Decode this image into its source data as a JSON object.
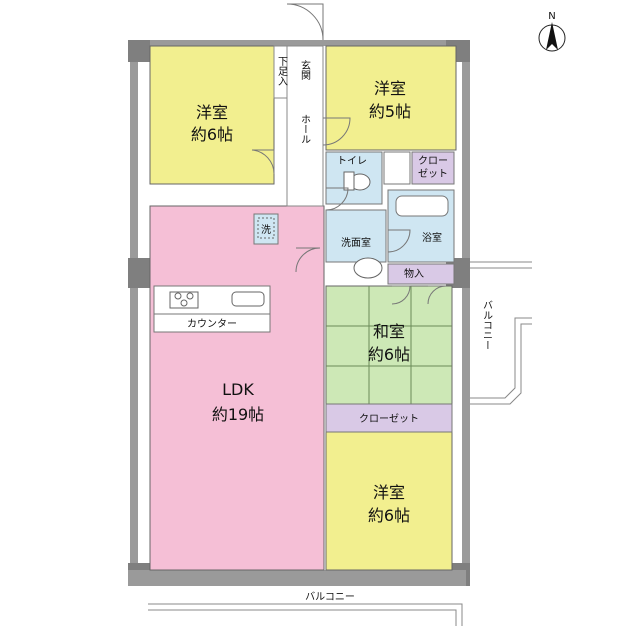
{
  "compass": {
    "label": "N"
  },
  "rooms": {
    "western_room_nw": {
      "name": "洋室",
      "size": "約6帖",
      "color": "#f2ef8f"
    },
    "western_room_ne": {
      "name": "洋室",
      "size": "約5帖",
      "color": "#f2ef8f"
    },
    "ldk": {
      "name": "LDK",
      "size": "約19帖",
      "color": "#f5bfd6"
    },
    "japanese_room": {
      "name": "和室",
      "size": "約6帖",
      "color": "#cde8b6"
    },
    "western_room_se": {
      "name": "洋室",
      "size": "約6帖",
      "color": "#f2ef8f"
    }
  },
  "labels": {
    "entrance": "玄関",
    "shoe_storage": "下足入",
    "hall": "ホール",
    "toilet": "トイレ",
    "closet_small": "クローゼット",
    "closet_small_line1": "クロー",
    "closet_small_line2": "ゼット",
    "washer": "洗",
    "washroom": "洗面室",
    "bathroom": "浴室",
    "storage": "物入",
    "counter": "カウンター",
    "closet_wide": "クローゼット",
    "balcony_right": "バルコニー",
    "balcony_bottom": "バルコニー"
  },
  "colors": {
    "wall": "#8c8c8c",
    "water_area": "#cfe6f2",
    "closet": "#d9c9e6",
    "outline": "#555555"
  }
}
